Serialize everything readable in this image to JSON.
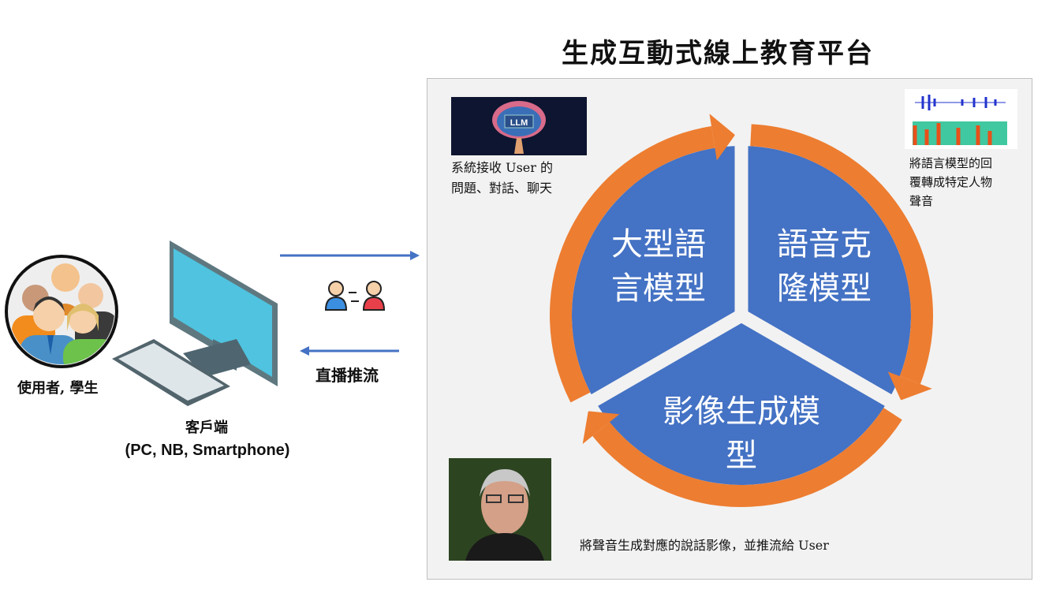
{
  "title": "生成互動式線上教育平台",
  "platform": {
    "segments": {
      "llm": [
        "大型語",
        "言模型"
      ],
      "voice": [
        "語音克",
        "隆模型"
      ],
      "video": [
        "影像生成模",
        "型"
      ]
    },
    "notes": {
      "llm": [
        "系統接收 User 的",
        "問題、對話、聊天"
      ],
      "voice": [
        "將語言模型的回",
        "覆轉成特定人物",
        "聲音"
      ],
      "video": "將聲音生成對應的說話影像，並推流給 User"
    },
    "llm_image_text": "LLM"
  },
  "client": {
    "users_label": "使用者, 學生",
    "client_label": "客戶端",
    "devices_label": "(PC, NB, Smartphone)",
    "stream_label": "直播推流"
  },
  "colors": {
    "blue": "#4472c4",
    "orange": "#ed7d31",
    "arrow": "#4472c4"
  }
}
